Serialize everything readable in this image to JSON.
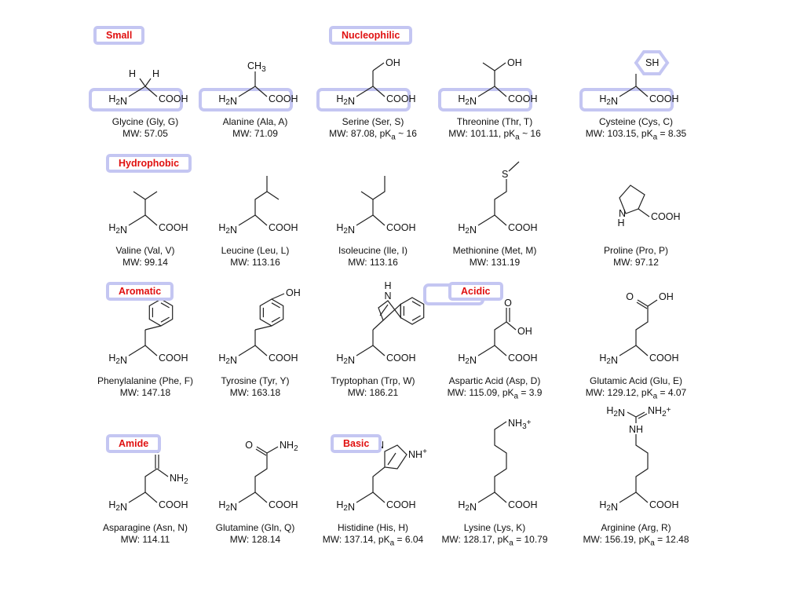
{
  "groups": {
    "small": "Small",
    "nucleophilic": "Nucleophilic",
    "hydrophobic": "Hydrophobic",
    "aromatic": "Aromatic",
    "acidic": "Acidic",
    "amide": "Amide",
    "basic": "Basic"
  },
  "atoms": {
    "h2n": "H2N",
    "cooh": "COOH",
    "h": "H",
    "ch3": "CH3",
    "oh": "OH",
    "sh": "SH",
    "s": "S",
    "o": "O",
    "nh2": "NH2",
    "n": "N",
    "hn": "HN",
    "nh": "NH",
    "nh_plus": "NH+",
    "nh3_plus": "NH3+",
    "nh2_plus": "NH2+"
  },
  "amino_acids": [
    {
      "name": "Glycine (Gly, G)",
      "info": "MW: 57.05"
    },
    {
      "name": "Alanine (Ala, A)",
      "info": "MW: 71.09"
    },
    {
      "name": "Serine (Ser, S)",
      "info": "MW: 87.08, pK a ~ 16"
    },
    {
      "name": "Threonine (Thr, T)",
      "info": "MW: 101.11, pK a ~ 16"
    },
    {
      "name": "Cysteine (Cys, C)",
      "info": "MW: 103.15, pK a = 8.35"
    },
    {
      "name": "Valine (Val, V)",
      "info": "MW: 99.14"
    },
    {
      "name": "Leucine (Leu, L)",
      "info": "MW: 113.16"
    },
    {
      "name": "Isoleucine (Ile, I)",
      "info": "MW: 113.16"
    },
    {
      "name": "Methionine (Met, M)",
      "info": "MW: 131.19"
    },
    {
      "name": "Proline (Pro, P)",
      "info": "MW: 97.12"
    },
    {
      "name": "Phenylalanine (Phe, F)",
      "info": "MW: 147.18"
    },
    {
      "name": "Tyrosine (Tyr, Y)",
      "info": "MW: 163.18"
    },
    {
      "name": "Tryptophan (Trp, W)",
      "info": "MW: 186.21"
    },
    {
      "name": "Aspartic Acid (Asp, D)",
      "info": "MW: 115.09, pK a = 3.9"
    },
    {
      "name": "Glutamic Acid (Glu, E)",
      "info": "MW: 129.12, pK a = 4.07"
    },
    {
      "name": "Asparagine (Asn, N)",
      "info": "MW: 114.11"
    },
    {
      "name": "Glutamine (Gln, Q)",
      "info": "MW: 128.14"
    },
    {
      "name": "Histidine (His, H)",
      "info": "MW: 137.14, pK a = 6.04"
    },
    {
      "name": "Lysine (Lys, K)",
      "info": "MW: 128.17, pK a = 10.79"
    },
    {
      "name": "Arginine (Arg, R)",
      "info": "MW: 156.19, pK a = 12.48"
    }
  ]
}
